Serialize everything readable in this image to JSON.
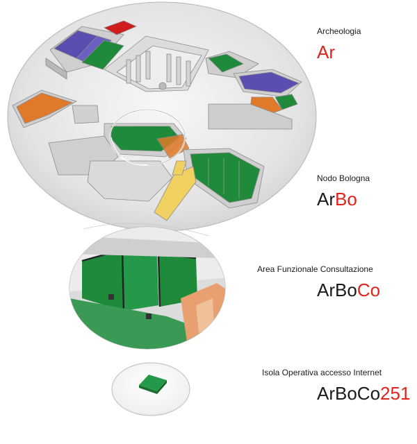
{
  "levels": [
    {
      "caption": "Archeologia",
      "code_base": "",
      "code_highlight": "Ar"
    },
    {
      "caption": "Nodo Bologna",
      "code_base": "Ar",
      "code_highlight": "Bo"
    },
    {
      "caption": "Area Funzionale Consultazione",
      "code_base": "ArBo",
      "code_highlight": "Co"
    },
    {
      "caption": "Isola Operativa accesso Internet",
      "code_base": "ArBoCo",
      "code_highlight": "251"
    }
  ],
  "colors": {
    "code_text": "#1a1a1a",
    "code_highlight": "#e0241b",
    "room_green": "#1e8a3a",
    "room_blue": "#5a4fb0",
    "room_orange": "#e07a2a",
    "room_red": "#d01c1c",
    "room_yellow": "#f0d060",
    "wall_grey": "#d8d8d8",
    "ellipse_fill": "#e6e6e6"
  },
  "icons": [
    "building-floorplan-illustration",
    "zoom-lens",
    "workstation-tile"
  ]
}
